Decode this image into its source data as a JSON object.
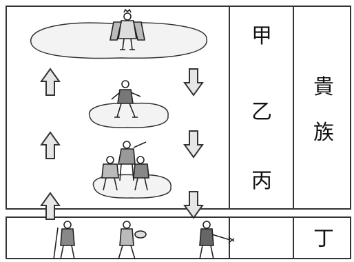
{
  "tiers": [
    {
      "label": "甲"
    },
    {
      "label": "乙"
    },
    {
      "label": "丙"
    },
    {
      "label": "丁"
    }
  ],
  "group_label": "貴族",
  "group_label_chars": [
    "貴",
    "族"
  ],
  "colors": {
    "line": "#333333",
    "cloud": "#f2f2f2",
    "figure": "#222222",
    "arrow_fill": "#dddddd"
  },
  "icons": [
    "king-figure",
    "knight-figure",
    "armored-soldier-figure",
    "peasant-figure"
  ]
}
